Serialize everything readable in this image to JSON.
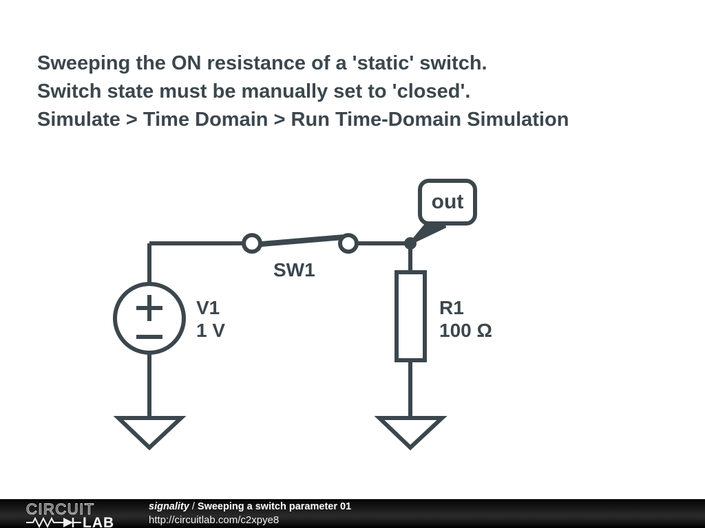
{
  "page": {
    "background": "#ffffff",
    "stroke_color": "#3c474d"
  },
  "title": {
    "lines": [
      "Sweeping the ON resistance of a 'static' switch.",
      "Switch state must be manually set to 'closed'.",
      "Simulate > Time Domain > Run Time-Domain Simulation"
    ],
    "line1": "Sweeping the ON resistance of a 'static' switch.",
    "line2": "Switch state must be manually set to 'closed'.",
    "line3": "Simulate > Time Domain > Run Time-Domain Simulation"
  },
  "schematic": {
    "net_label": "out",
    "components": [
      {
        "id": "V1",
        "type": "voltage-source",
        "designator": "V1",
        "value": "1 V",
        "polarity_top": "+",
        "polarity_bottom": "−"
      },
      {
        "id": "SW1",
        "type": "switch",
        "designator": "SW1",
        "state": "closed"
      },
      {
        "id": "R1",
        "type": "resistor",
        "designator": "R1",
        "value": "100 Ω"
      },
      {
        "id": "GND1",
        "type": "ground"
      },
      {
        "id": "GND2",
        "type": "ground"
      }
    ],
    "v1": {
      "designator": "V1",
      "value": "1 V",
      "plus": "+",
      "minus": "−"
    },
    "sw1": {
      "designator": "SW1"
    },
    "r1": {
      "designator": "R1",
      "value": "100 Ω"
    }
  },
  "footer": {
    "logo": {
      "word_top": "CIRCUIT",
      "word_bottom": "LAB",
      "symbols": "resistor-diode"
    },
    "credit_user": "signality",
    "credit_separator": "/",
    "credit_title": "Sweeping a switch parameter 01",
    "url": "http://circuitlab.com/c2xpye8",
    "background": "#101010"
  }
}
